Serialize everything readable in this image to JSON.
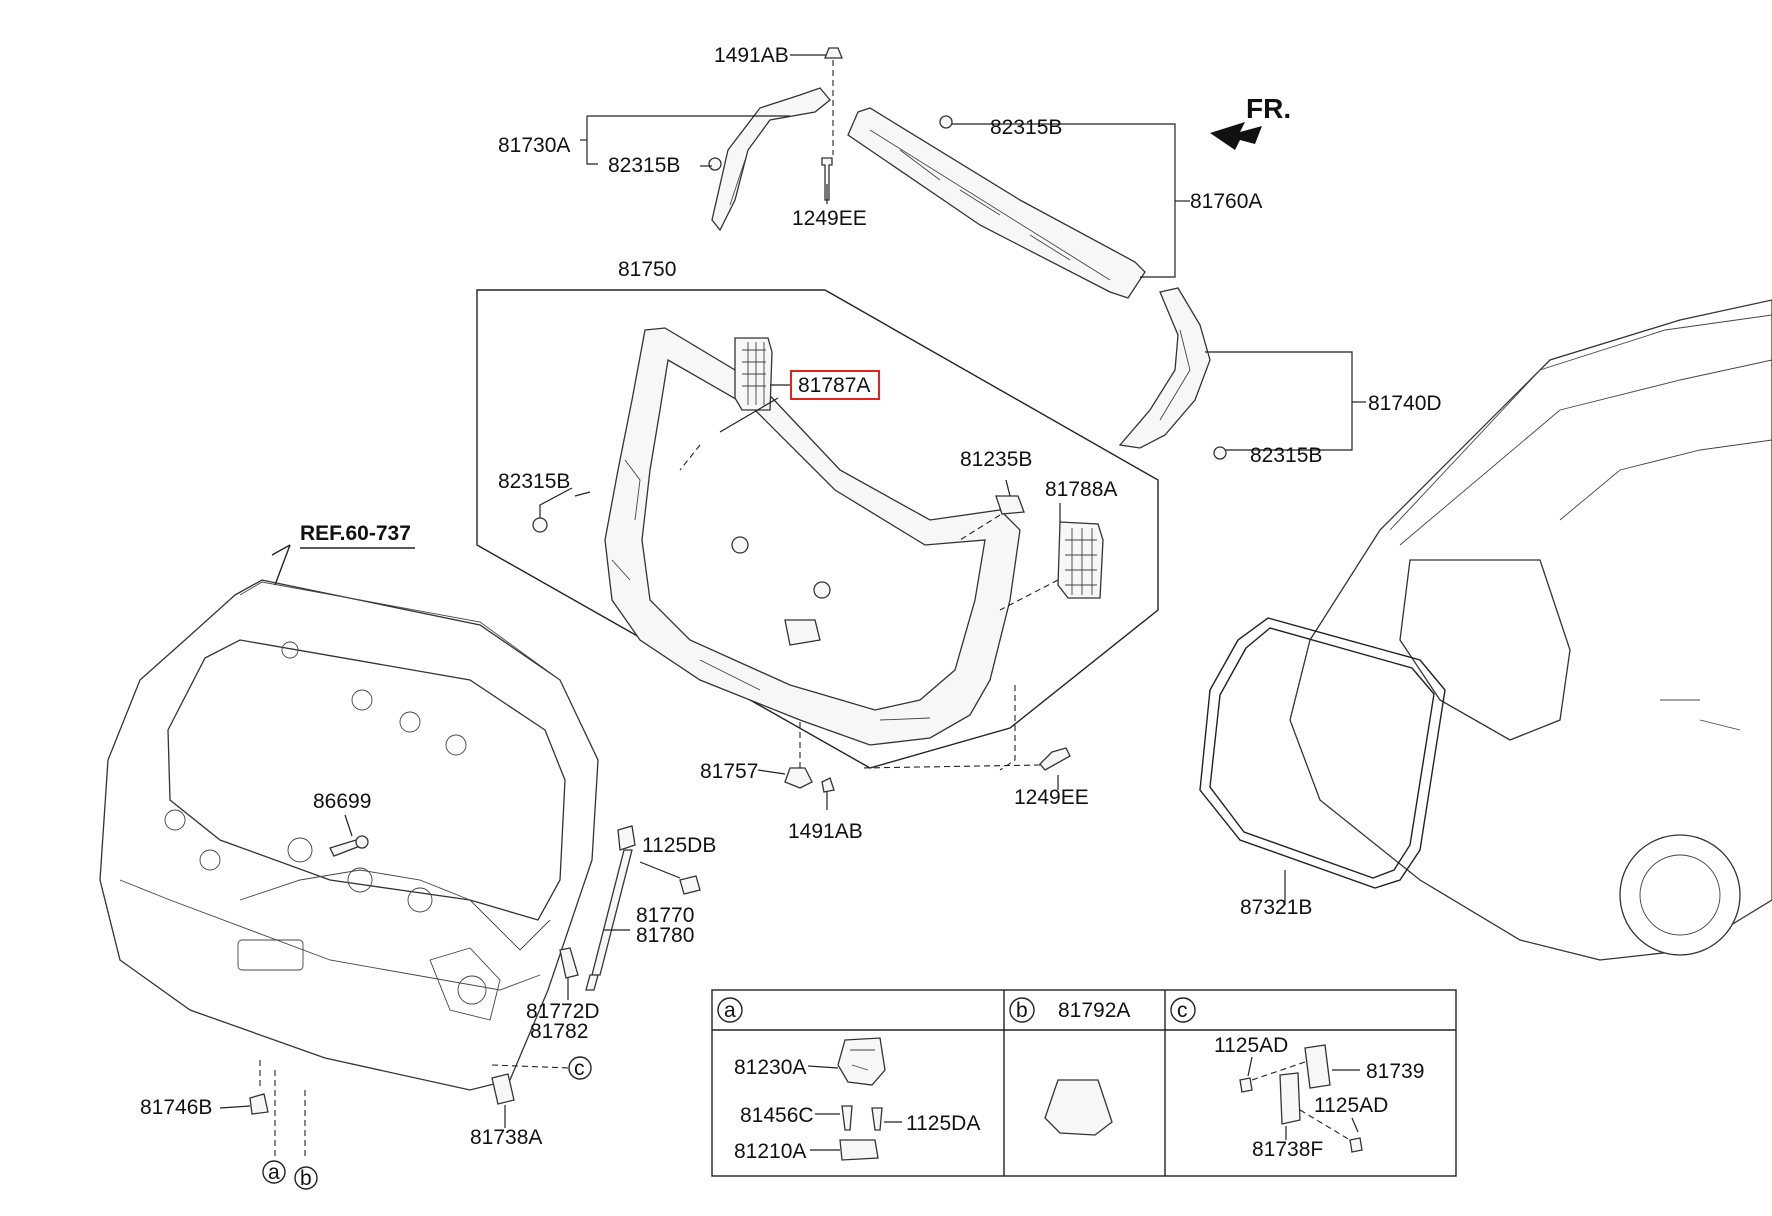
{
  "labels": {
    "p1491AB_top": "1491AB",
    "p81730A": "81730A",
    "p82315B_left": "82315B",
    "p1249EE_top": "1249EE",
    "p82315B_top": "82315B",
    "p81760A": "81760A",
    "fr": "FR.",
    "p81750": "81750",
    "p81787A": "81787A",
    "p81740D": "81740D",
    "p82315B_right": "82315B",
    "p82315B_mid": "82315B",
    "p81235B": "81235B",
    "p81788A": "81788A",
    "ref": "REF.60-737",
    "p81757": "81757",
    "p1491AB_bottom": "1491AB",
    "p1249EE_bottom": "1249EE",
    "p86699": "86699",
    "p1125DB": "1125DB",
    "p81770": "81770",
    "p81780": "81780",
    "p81772D": "81772D",
    "p81782": "81782",
    "p81746B": "81746B",
    "p81738A": "81738A",
    "p87321B": "87321B",
    "callout_a": "a",
    "callout_b": "b",
    "callout_c": "c"
  },
  "table": {
    "a_letter": "a",
    "b_letter": "b",
    "b_part": "81792A",
    "c_letter": "c",
    "a_81230A": "81230A",
    "a_81456C": "81456C",
    "a_1125DA": "1125DA",
    "a_81210A": "81210A",
    "c_1125AD_top": "1125AD",
    "c_81739": "81739",
    "c_1125AD_bottom": "1125AD",
    "c_81738F": "81738F"
  },
  "colors": {
    "highlight": "#e0241b",
    "line": "#222222"
  }
}
